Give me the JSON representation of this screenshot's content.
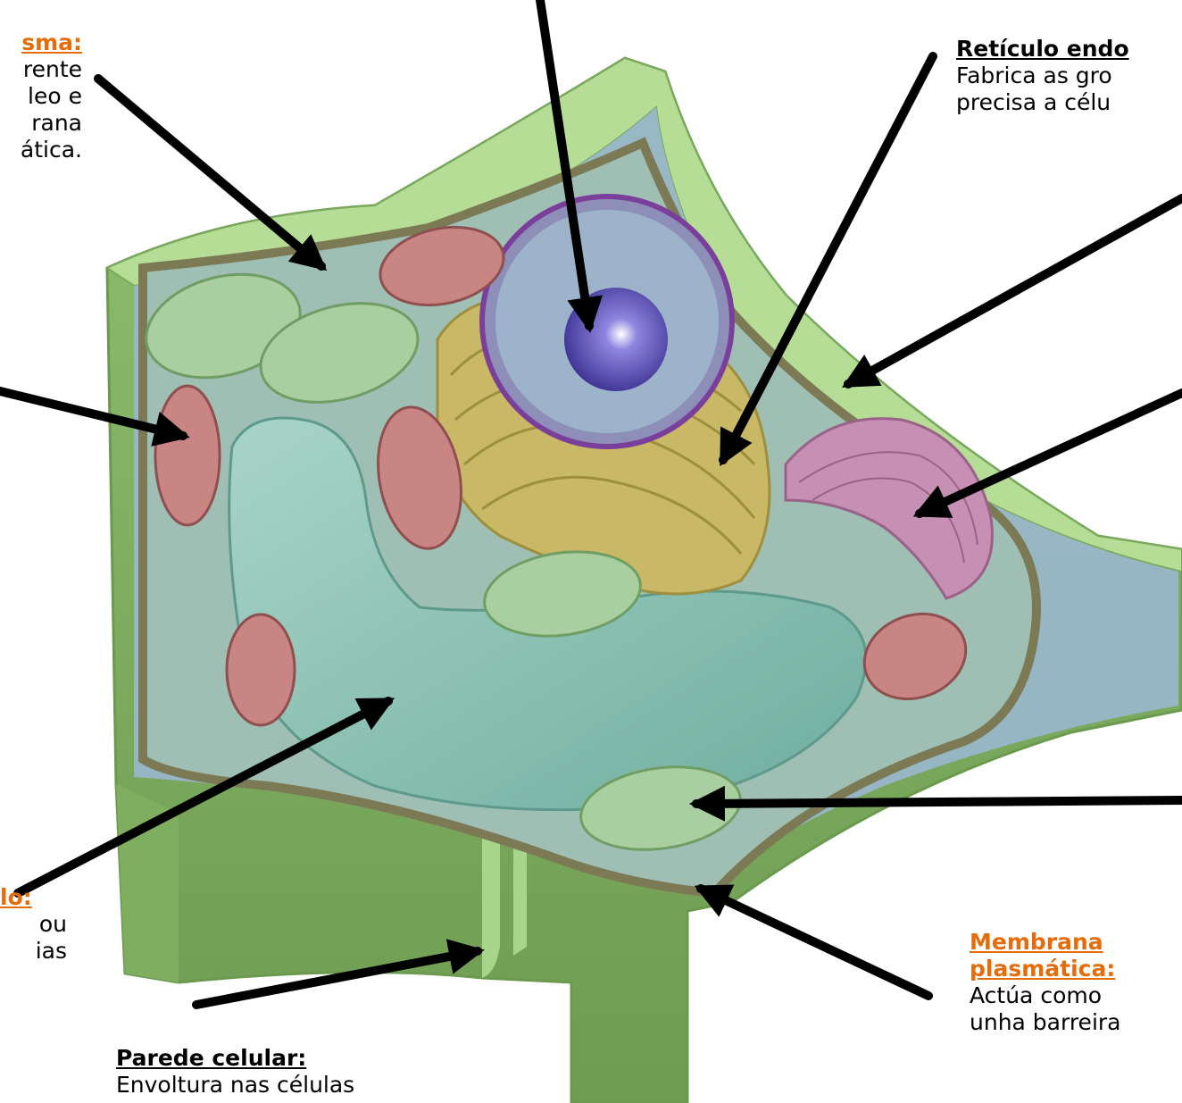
{
  "labels": {
    "citoplasma": {
      "title": "sma:",
      "lines": [
        "rente",
        "leo e",
        "rana",
        "ática."
      ]
    },
    "reticulo": {
      "title": "Retículo endo",
      "lines": [
        "Fabrica as gro",
        "precisa a célu"
      ]
    },
    "vacuolo": {
      "title": "lo:",
      "lines": [
        "ou",
        "ias"
      ]
    },
    "parede": {
      "title": "Parede celular:",
      "lines": [
        "Envoltura nas células"
      ]
    },
    "membrana": {
      "title_lines": [
        "Membrana",
        "plasmática:"
      ],
      "lines": [
        "Actúa como",
        "unha barreira"
      ]
    }
  },
  "colors": {
    "accent_title": "#E46C0A",
    "wall": "#8fc06f",
    "cytoplasm": "#9fbfb4",
    "vacuole": "#8dc2b5",
    "nucleus": "#5b4fb5",
    "er": "#c9b865",
    "golgi": "#c590b4",
    "mitochondria": "#c98583",
    "chloroplast": "#a9cfa0"
  }
}
